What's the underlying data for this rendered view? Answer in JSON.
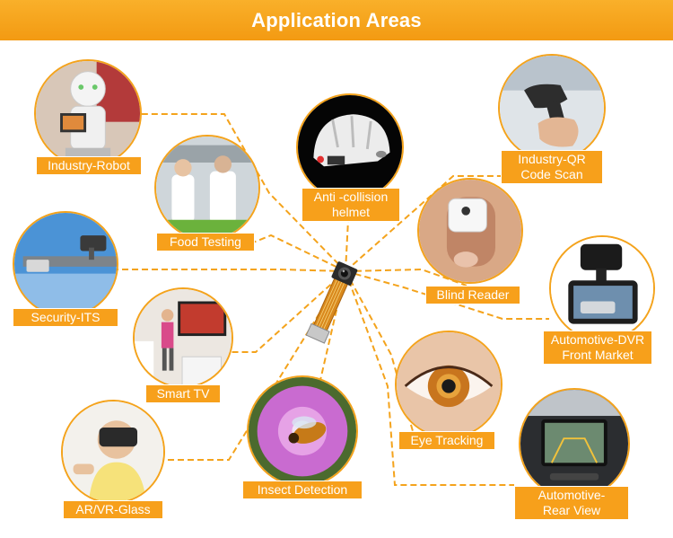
{
  "header": {
    "title": "Application Areas"
  },
  "colors": {
    "accent": "#f7a01b",
    "line": "#f4a31c",
    "text": "#ffffff"
  },
  "center_module": {
    "icon": "camera-module-icon"
  },
  "applications": [
    {
      "id": "industry-robot",
      "lines": [
        "Industry-Robot"
      ],
      "icon": "robot-icon"
    },
    {
      "id": "food-testing",
      "lines": [
        "Food Testing"
      ],
      "icon": "lab-scientists-icon"
    },
    {
      "id": "security-its",
      "lines": [
        "Security-ITS"
      ],
      "icon": "traffic-camera-icon"
    },
    {
      "id": "smart-tv",
      "lines": [
        "Smart TV"
      ],
      "icon": "tv-icon"
    },
    {
      "id": "ar-vr-glass",
      "lines": [
        "AR/VR-Glass"
      ],
      "icon": "vr-headset-icon"
    },
    {
      "id": "insect-detection",
      "lines": [
        "Insect Detection"
      ],
      "icon": "bee-flower-icon"
    },
    {
      "id": "anti-collision-helmet",
      "lines": [
        "Anti -collision",
        "helmet"
      ],
      "icon": "helmet-icon"
    },
    {
      "id": "industry-qr-code-scan",
      "lines": [
        "Industry-QR",
        "Code Scan"
      ],
      "icon": "barcode-scanner-icon"
    },
    {
      "id": "blind-reader",
      "lines": [
        "Blind Reader"
      ],
      "icon": "finger-reader-icon"
    },
    {
      "id": "automotive-dvr-front-market",
      "lines": [
        "Automotive-DVR",
        "Front Market"
      ],
      "icon": "dash-cam-icon"
    },
    {
      "id": "eye-tracking",
      "lines": [
        "Eye Tracking"
      ],
      "icon": "eye-icon"
    },
    {
      "id": "automotive-rear-view",
      "lines": [
        "Automotive-",
        "Rear View"
      ],
      "icon": "car-display-icon"
    }
  ]
}
